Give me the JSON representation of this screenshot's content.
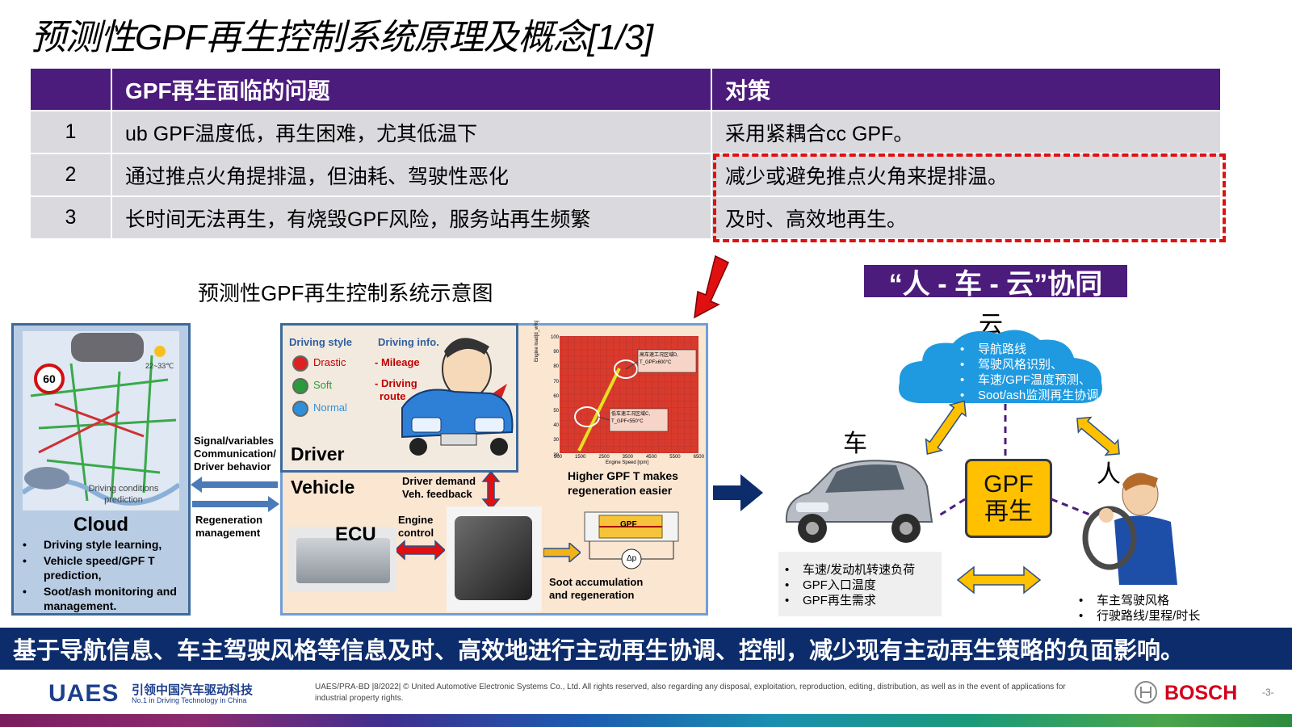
{
  "title": "预测性GPF再生控制系统原理及概念[1/3]",
  "table": {
    "headers": [
      "",
      "GPF再生面临的问题",
      "对策"
    ],
    "rows": [
      {
        "no": "1",
        "problem": "ub GPF温度低，再生困难，尤其低温下",
        "solution": "采用紧耦合cc GPF。"
      },
      {
        "no": "2",
        "problem": "通过推点火角提排温，但油耗、驾驶性恶化",
        "solution": "减少或避免推点火角来提排温。"
      },
      {
        "no": "3",
        "problem": "长时间无法再生，有烧毁GPF风险，服务站再生频繁",
        "solution": "及时、高效地再生。"
      }
    ]
  },
  "diagram_title": "预测性GPF再生控制系统示意图",
  "collab_title": "“人 - 车 - 云”协同",
  "cloud_panel": {
    "speed_sign": "60",
    "temp": "22~33℃",
    "map_caption_1": "Driving conditions",
    "map_caption_2": "prediction",
    "heading": "Cloud",
    "items": [
      "Driving style learning,",
      "Vehicle speed/GPF T prediction,",
      "Soot/ash monitoring and  management."
    ]
  },
  "links": {
    "signal_1": "Signal/variables",
    "signal_2": "Communication/",
    "signal_3": "Driver behavior",
    "regen_1": "Regeneration",
    "regen_2": "management",
    "demand_1": "Driver demand",
    "demand_2": "Veh. feedback",
    "engine_1": "Engine",
    "engine_2": "control"
  },
  "driver_panel": {
    "style_label": "Driving style",
    "styles": [
      {
        "label": "Drastic",
        "color": "#e02020"
      },
      {
        "label": "Soft",
        "color": "#2a9a3a"
      },
      {
        "label": "Normal",
        "color": "#2f8fd8"
      }
    ],
    "info_label": "Driving info.",
    "info_1": "- Mileage",
    "info_2": "- Driving",
    "info_3": "route",
    "heading": "Driver"
  },
  "vehicle_panel": {
    "heading": "Vehicle",
    "ecu": "ECU",
    "gpf": "GPF",
    "dp": "Δp",
    "soot_1": "Soot accumulation",
    "soot_2": "and regeneration",
    "higher_1": "Higher GPF T makes",
    "higher_2": "regeneration easier"
  },
  "heatmap": {
    "y_label": "Engine load[d_w%]",
    "x_label": "Engine Speed [rpm]",
    "y_ticks": [
      "100",
      "90",
      "80",
      "70",
      "60",
      "50",
      "40",
      "30",
      "20"
    ],
    "x_ticks": [
      "500",
      "1500",
      "2500",
      "3500",
      "4500",
      "5500",
      "6500"
    ],
    "hot_label_1": "高车速工况区域D,",
    "hot_label_2": "T_GPF≥600°C",
    "cold_label_1": "低车速工况区域C,",
    "cold_label_2": "T_GPF<550°C"
  },
  "collab": {
    "cloud_label": "云",
    "cloud_items": [
      "导航路线",
      "驾驶风格识别、",
      "车速/GPF温度预测、",
      "Soot/ash监测再生协调"
    ],
    "car_label": "车",
    "car_items": [
      "车速/发动机转速负荷",
      "GPF入口温度",
      "GPF再生需求"
    ],
    "person_label": "人",
    "person_items": [
      "车主驾驶风格",
      "行驶路线/里程/时长"
    ],
    "gpf_1": "GPF",
    "gpf_2": "再生"
  },
  "banner": "基于导航信息、车主驾驶风格等信息及时、高效地进行主动再生协调、控制，减少现有主动再生策略的负面影响。",
  "footer": {
    "uaes": "UAES",
    "uaes_cn": "引领中国汽车驱动科技",
    "uaes_en": "No.1 in Driving Technology in China",
    "legal": "UAES/PRA-BD |8/2022| © United Automotive Electronic Systems Co., Ltd.  All rights reserved, also regarding any disposal, exploitation, reproduction, editing, distribution, as well as in the event of applications for industrial property rights.",
    "bosch": "BOSCH",
    "page": "-3-"
  },
  "colors": {
    "header_purple": "#4c1c7c",
    "banner_navy": "#0d2c6c",
    "dash_red": "#e01010",
    "gpf_yellow": "#ffc000"
  }
}
